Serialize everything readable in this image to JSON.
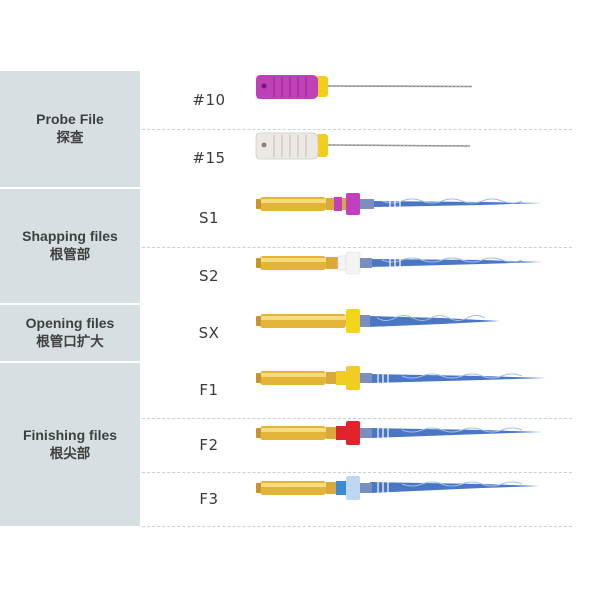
{
  "groups": [
    {
      "title": "Probe File",
      "subtitle": "探查",
      "rows": [
        {
          "code": "#10",
          "icon": "probe-file-purple-handle-icon",
          "color": "#c040b8"
        },
        {
          "code": "#15",
          "icon": "probe-file-white-handle-icon",
          "color": "#ece9e4"
        }
      ]
    },
    {
      "title": "Shapping files",
      "subtitle": "根管部",
      "rows": [
        {
          "code": "S1",
          "icon": "rotary-file-purple-ring-icon",
          "color": "#c23fc0"
        },
        {
          "code": "S2",
          "icon": "rotary-file-white-ring-icon",
          "color": "#f4f4f4"
        }
      ]
    },
    {
      "title": "Opening files",
      "subtitle": "根管口扩大",
      "rows": [
        {
          "code": "SX",
          "icon": "rotary-file-yellow-ring-icon",
          "color": "#f2d41a"
        }
      ]
    },
    {
      "title": "Finishing files",
      "subtitle": "根尖部",
      "rows": [
        {
          "code": "F1",
          "icon": "rotary-file-yellow-ring-icon",
          "color": "#f2cc1e"
        },
        {
          "code": "F2",
          "icon": "rotary-file-red-ring-icon",
          "color": "#e2232b"
        },
        {
          "code": "F3",
          "icon": "rotary-file-blue-ring-icon",
          "color": "#3c8ad6"
        }
      ]
    }
  ]
}
